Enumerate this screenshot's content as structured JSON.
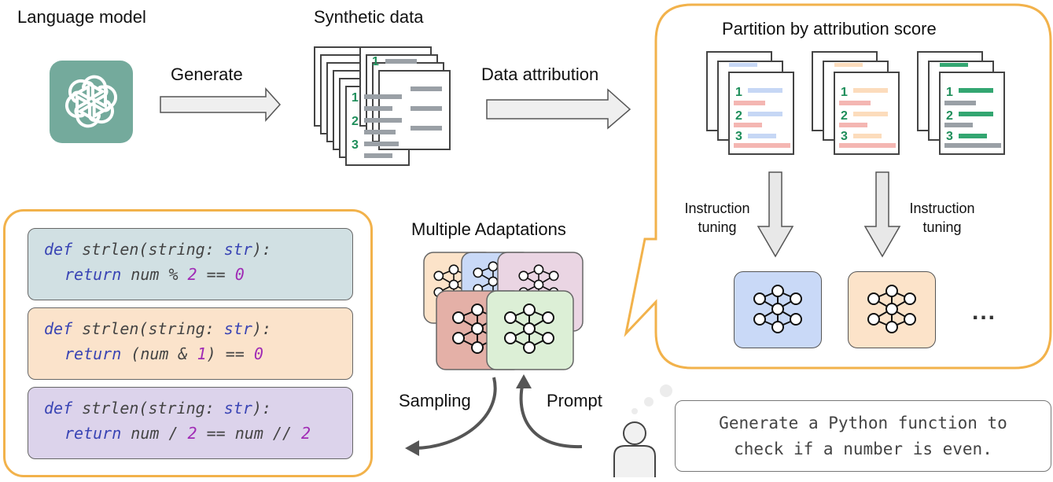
{
  "labels": {
    "language_model": "Language model",
    "synthetic_data": "Synthetic data",
    "generate": "Generate",
    "data_attribution": "Data attribution",
    "partition": "Partition by attribution score",
    "instruction_tuning_1a": "Instruction",
    "instruction_tuning_1b": "tuning",
    "instruction_tuning_2a": "Instruction",
    "instruction_tuning_2b": "tuning",
    "multiple_adaptations": "Multiple Adaptations",
    "sampling": "Sampling",
    "prompt": "Prompt",
    "ellipsis": "...",
    "doc_numbers": [
      "1",
      "2",
      "3"
    ]
  },
  "code_samples": [
    {
      "def": "def",
      "sig": " strlen(string: ",
      "type": "str",
      "close": "):",
      "ret": "return",
      "body_a": " num % ",
      "n1": "2",
      "body_b": " == ",
      "n2": "0",
      "body_c": ""
    },
    {
      "def": "def",
      "sig": " strlen(string: ",
      "type": "str",
      "close": "):",
      "ret": "return",
      "body_a": " (num & ",
      "n1": "1",
      "body_b": ") == ",
      "n2": "0",
      "body_c": ""
    },
    {
      "def": "def",
      "sig": " strlen(string: ",
      "type": "str",
      "close": "):",
      "ret": "return",
      "body_a": " num / ",
      "n1": "2",
      "body_b": " == num // ",
      "n2": "2",
      "body_c": ""
    }
  ],
  "prompt_text": {
    "line1": "Generate a Python function to",
    "line2": "check if a number is even."
  },
  "colors": {
    "logo_bg": "#74aa9c",
    "orange_border": "#f2b24b",
    "code_bg_1": "#d1e0e3",
    "code_bg_2": "#fbe3cb",
    "code_bg_3": "#dcd3eb",
    "model_blue": "#c9d9f7",
    "model_orange": "#fce3c9",
    "model_green": "#dcefd6",
    "model_red": "#e4b0a7",
    "model_pink": "#ead5e3",
    "doc_green": "#1e8e5a",
    "bar_gray": "#9aa0a6",
    "bar_blue": "#c6d7f5",
    "bar_red": "#f4b6b2",
    "bar_orange": "#fcdcbc",
    "bar_green": "#33a671"
  },
  "icons": [
    "openai-logo-icon",
    "document-stack-icon",
    "arrow-right-icon",
    "arrow-down-icon",
    "neural-network-icon",
    "person-icon",
    "thought-bubble-icon",
    "curved-arrow-icon"
  ]
}
